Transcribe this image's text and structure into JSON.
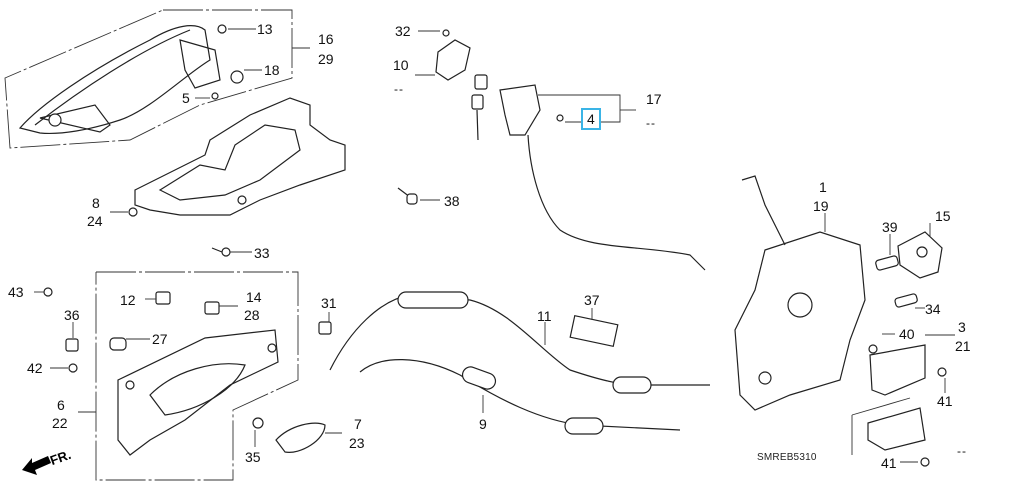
{
  "diagram": {
    "title": "Door lock / outer & inner handle parts diagram",
    "code": "SMREB5310",
    "direction_label": "FR.",
    "highlight_color": "#3ab4e6",
    "highlighted_callout": "4",
    "callouts": {
      "c13": "13",
      "c16": "16",
      "c29": "29",
      "c18": "18",
      "c5": "5",
      "c8": "8",
      "c24": "24",
      "c33": "33",
      "c38": "38",
      "c32": "32",
      "c10": "10",
      "c10b": "--",
      "c17": "17",
      "c17b": "--",
      "c4": "4",
      "c1": "1",
      "c19": "19",
      "c39": "39",
      "c15": "15",
      "c34": "34",
      "c40": "40",
      "c3": "3",
      "c21": "21",
      "c41a": "41",
      "c41b": "41",
      "cdash": "--",
      "c43": "43",
      "c36": "36",
      "c42": "42",
      "c12": "12",
      "c14": "14",
      "c28": "28",
      "c27": "27",
      "c6": "6",
      "c22": "22",
      "c35": "35",
      "c7": "7",
      "c23": "23",
      "c31": "31",
      "c11": "11",
      "c37": "37",
      "c9": "9"
    }
  }
}
